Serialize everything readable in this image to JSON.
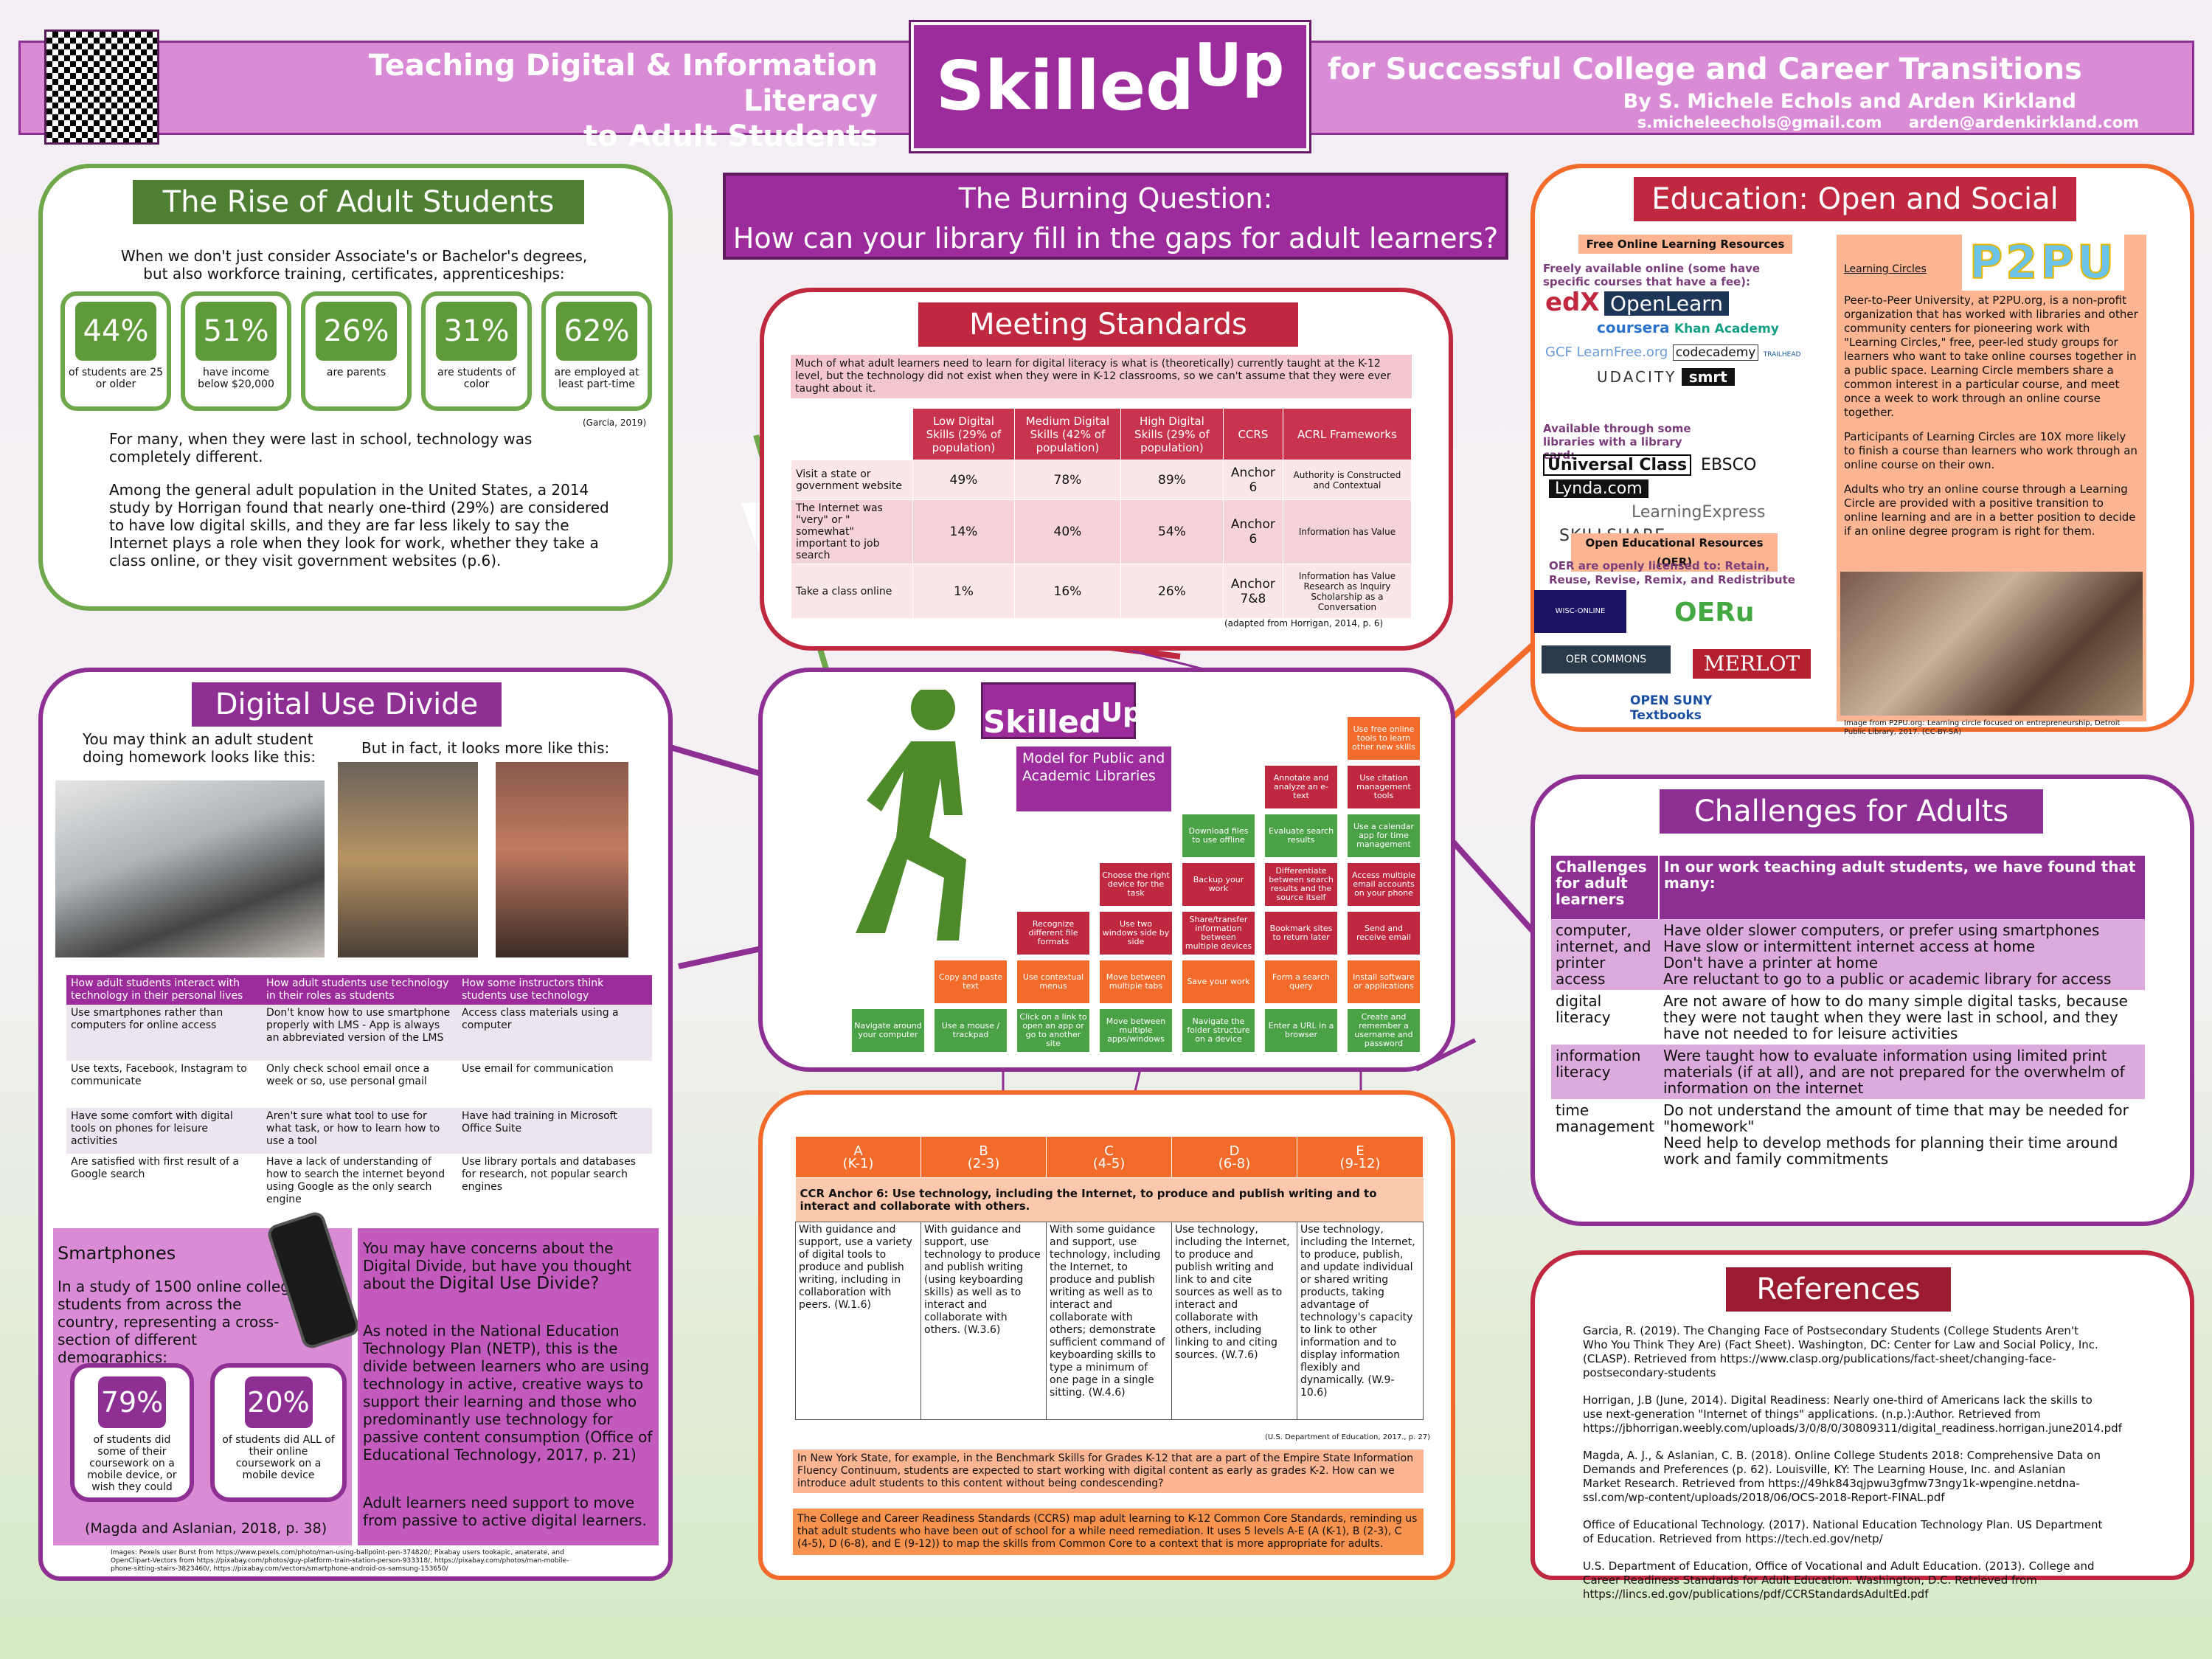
{
  "header": {
    "title_left_line1": "Teaching Digital & Information Literacy",
    "title_left_line2": "to Adult Students",
    "logo_main": "Skilled",
    "logo_sup": "Up",
    "title_right": "for Successful College and Career Transitions",
    "authors": "By S. Michele Echols and Arden Kirkland",
    "email1": "s.micheleechols@gmail.com",
    "email2": "arden@ardenkirkland.com"
  },
  "rise": {
    "title": "The Rise of Adult Students",
    "intro": "When we don't just consider Associate's or Bachelor's degrees, but also workforce training, certificates, apprenticeships:",
    "stats": [
      {
        "value": "44%",
        "caption": "of students are 25 or older"
      },
      {
        "value": "51%",
        "caption": "have income below $20,000"
      },
      {
        "value": "26%",
        "caption": "are parents"
      },
      {
        "value": "31%",
        "caption": "are students of color"
      },
      {
        "value": "62%",
        "caption": "are employed at least part-time"
      }
    ],
    "cite": "(Garcia, 2019)",
    "p1": "For many, when they were last in school, technology was completely different.",
    "p2": "Among the general adult population in the United States, a 2014 study by Horrigan found that nearly one-third (29%) are considered to have low digital skills, and they are far less likely to say the Internet plays a role when they look for work, whether they take a class online, or they visit government websites (p.6)."
  },
  "burning": {
    "line1": "The Burning Question:",
    "line2": "How can your library fill in the gaps for adult learners?"
  },
  "standards": {
    "title": "Meeting Standards",
    "intro": "Much of what adult learners need to learn for digital literacy is what is (theoretically) currently taught at the K-12 level, but the technology did not exist when they were in K-12 classrooms, so we can't assume that they were ever taught about it.",
    "headers": [
      "",
      "Low Digital Skills (29% of population)",
      "Medium Digital Skills (42% of population)",
      "High Digital Skills (29% of population)",
      "CCRS",
      "ACRL Frameworks"
    ],
    "rows": [
      [
        "Visit a state or government website",
        "49%",
        "78%",
        "89%",
        "Anchor 6",
        "Authority is Constructed and Contextual"
      ],
      [
        "The Internet was \"very\" or \" somewhat\" important to job search",
        "14%",
        "40%",
        "54%",
        "Anchor 6",
        "Information has Value"
      ],
      [
        "Take a class online",
        "1%",
        "16%",
        "26%",
        "Anchor 7&8",
        "Information has Value Research as Inquiry Scholarship as a Conversation"
      ]
    ],
    "cite": "(adapted from Horrigan, 2014, p. 6)"
  },
  "open": {
    "title": "Education: Open and Social",
    "free_label": "Free Online Learning Resources",
    "free_note": "Freely available online (some have specific courses that have a fee):",
    "logos": [
      "edX",
      "OpenLearn",
      "coursera",
      "Khan Academy",
      "GCF LearnFree.org",
      "codecademy",
      "TRAILHEAD",
      "UDACITY",
      "smrt"
    ],
    "library_note": "Available through some libraries with a library card:",
    "library_logos": [
      "Universal Class",
      "EBSCO",
      "LearningExpress",
      "Lynda.com",
      "SKILLSHARE"
    ],
    "oer_label": "Open Educational Resources (OER)",
    "oer_note": "OER are openly licensed to: Retain, Reuse, Revise, Remix, and Redistribute",
    "oer_logos": [
      "WISC-ONLINE",
      "OERu",
      "OER COMMONS",
      "MERLOT",
      "OPEN SUNY Textbooks"
    ],
    "lc_heading": "Learning Circles",
    "p2pu": "P2PU",
    "lc_p1": "Peer-to-Peer University, at P2PU.org, is a non-profit organization that has worked with libraries and other community centers for pioneering work with \"Learning Circles,\" free, peer-led study groups for learners who want to take online courses together in a public space. Learning Circle members share a common interest in a particular course, and meet once a week to work through an online course together.",
    "lc_p2": "Participants of Learning Circles are 10X more likely to finish a course than learners who work through an online course on their own.",
    "lc_p3": "Adults who try an online course through a Learning Circle are provided with a positive transition to online learning and are in a better position to decide if an online degree program is right for them.",
    "photo_credit": "Image from P2PU.org: Learning circle focused on entrepreneurship, Detroit Public Library, 2017. (CC-BY-SA)"
  },
  "divide": {
    "title": "Digital Use Divide",
    "left_caption": "You may think an adult student doing homework looks like this:",
    "right_caption": "But in fact, it looks more like this:",
    "headers": [
      "How adult students interact with technology in their personal lives",
      "How adult students use technology in their roles as students",
      "How some instructors think students use technology"
    ],
    "rows": [
      [
        "Use smartphones rather than computers for online access",
        "Don't know how to use smartphone properly with LMS - App is always an abbreviated version of the LMS",
        "Access class materials using a computer"
      ],
      [
        "Use texts, Facebook, Instagram to communicate",
        "Only check school email once a week or so, use personal gmail",
        "Use email for communication"
      ],
      [
        "Have some comfort with digital tools on phones for leisure activities",
        "Aren't sure what tool to use for what task, or how to learn how to use a tool",
        "Have had training in Microsoft Office Suite"
      ],
      [
        "Are satisfied with first result of a Google search",
        "Have a lack of understanding of how to search the internet beyond using Google as the only search engine",
        "Use library portals and databases for research, not popular search engines"
      ]
    ],
    "sp_title": "Smartphones",
    "sp_text": "In a study of 1500 online college students from across the country, representing a cross-section of different demographics:",
    "sp_stats": [
      {
        "value": "79%",
        "caption": "of students did some of their coursework on a mobile device, or wish they could"
      },
      {
        "value": "20%",
        "caption": "of students did ALL of their online coursework on a mobile device"
      }
    ],
    "sp_cite": "(Magda and Aslanian, 2018, p. 38)",
    "concern": "You may have concerns about the Digital Divide, but have you thought about the",
    "concern_big": "Digital Use Divide?",
    "netp": "As noted in the National Education Technology Plan (NETP), this is the divide between learners who are using technology in active, creative ways to support their learning and those who predominantly use technology for passive content consumption (Office of Educational Technology, 2017, p. 21)",
    "support": "Adult learners need support to move from passive to active digital learners.",
    "credits": "Images: Pexels user Burst from https://www.pexels.com/photo/man-using-ballpoint-pen-374820/; Pixabay users tookapic, anaterate, and OpenClipart-Vectors from https://pixabay.com/photos/guy-platform-train-station-person-933318/, https://pixabay.com/photos/man-mobile-phone-sitting-stairs-3823460/, https://pixabay.com/vectors/smartphone-android-os-samsung-153650/"
  },
  "model": {
    "logo_main": "Skilled",
    "logo_sup": "Up",
    "subtitle": "Model for Public and Academic Libraries",
    "row1": [
      "Navigate around your computer",
      "Use a mouse / trackpad",
      "Click on a link to open an app or go to another site",
      "Move between multiple apps/windows",
      "Navigate the folder structure on a device",
      "Enter a URL in a browser",
      "Create and remember a username and password"
    ],
    "row2": [
      "Copy and paste text",
      "Use contextual menus",
      "Move between multiple tabs",
      "Save your work",
      "Form a search query",
      "Install software or applications"
    ],
    "row3": [
      "Recognize different file formats",
      "Use two windows side by side",
      "Share/transfer information between multiple devices",
      "Bookmark sites to return later",
      "Send and receive email"
    ],
    "row4": [
      "Choose the right device for the task",
      "Backup your work",
      "Differentiate between search results and the source itself",
      "Access multiple email accounts on your phone"
    ],
    "row5": [
      "Download files to use offline",
      "Evaluate search results",
      "Use a calendar app for time management"
    ],
    "row6": [
      "Annotate and analyze an e-text",
      "Use citation management tools"
    ],
    "row7": [
      "Use free online tools to learn other new skills"
    ]
  },
  "ccr": {
    "levels": [
      {
        "l": "A",
        "g": "(K-1)"
      },
      {
        "l": "B",
        "g": "(2-3)"
      },
      {
        "l": "C",
        "g": "(4-5)"
      },
      {
        "l": "D",
        "g": "(6-8)"
      },
      {
        "l": "E",
        "g": "(9-12)"
      }
    ],
    "anchor": "CCR Anchor 6: Use technology, including the Internet, to produce and publish writing and to interact and collaborate with others.",
    "cols": [
      "With guidance and support, use a variety of digital tools to produce and publish writing, including in collaboration with peers. (W.1.6)",
      "With guidance and support, use technology to produce and publish writing (using keyboarding skills) as well as to interact and collaborate with others. (W.3.6)",
      "With some guidance and support, use technology, including the Internet, to produce and publish writing as well as to interact and collaborate with others; demonstrate sufficient command of keyboarding skills to type a minimum of one page in a single sitting. (W.4.6)",
      "Use technology, including the Internet, to produce and publish writing and link to and cite sources as well as to interact and collaborate with others, including linking to and citing sources. (W.7.6)",
      "Use technology, including the Internet, to produce, publish, and update individual or shared writing products, taking advantage of technology's capacity to link to other information and to display information flexibly and dynamically. (W.9-10.6)"
    ],
    "cite": "(U.S. Department of Education, 2017., p. 27)",
    "ny": "In New York State, for example, in the Benchmark Skills for Grades K-12 that are a part of the Empire State Information Fluency Continuum, students are expected to start working with digital content as early as grades K-2. How can we introduce adult students to this content without being condescending?",
    "ccrs": "The College and Career Readiness Standards (CCRS) map adult learning to K-12 Common Core Standards, reminding us that adult students who have been out of school for a while need remediation. It uses 5 levels A-E (A (K-1), B (2-3), C (4-5), D (6-8), and E (9-12)) to map the skills from Common Core to a context that is more appropriate for adults."
  },
  "challenges": {
    "title": "Challenges for Adults",
    "h1": "Challenges for adult learners",
    "h2": "In our work teaching adult students, we have found that many:",
    "rows": [
      {
        "k": "computer, internet, and printer access",
        "v": [
          "Have older slower computers, or prefer using smartphones",
          "Have slow or intermittent internet access at home",
          "Don't have a printer at home",
          "Are reluctant to go to a public or academic library for access"
        ]
      },
      {
        "k": "digital literacy",
        "v": [
          "Are not aware of how to do many simple digital tasks, because they were not taught when they were last in school, and they have not needed to for leisure activities"
        ]
      },
      {
        "k": "information literacy",
        "v": [
          "Were taught how to evaluate information using limited print materials (if at all), and are not prepared for the overwhelm of information on the internet"
        ]
      },
      {
        "k": "time management",
        "v": [
          "Do not understand the amount of time that may be needed for \"homework\"",
          "Need help to develop methods for planning their time around work and family commitments"
        ]
      }
    ]
  },
  "references": {
    "title": "References",
    "items": [
      {
        "t": "Garcia, R. (2019). The Changing Face of Postsecondary Students (College Students Aren't Who You Think They Are) (Fact Sheet). Washington, DC: Center for Law and Social Policy, Inc. (CLASP). Retrieved from",
        "u": "https://www.clasp.org/publications/fact-sheet/changing-face-postsecondary-students"
      },
      {
        "t": "Horrigan, J.B (June, 2014). Digital Readiness: Nearly one-third of Americans lack the skills to use next-generation \"Internet of things\" applications. (n.p.):Author. Retrieved from",
        "u": "https://jbhorrigan.weebly.com/uploads/3/0/8/0/30809311/digital_readiness.horrigan.june2014.pdf"
      },
      {
        "t": "Magda, A. J., & Aslanian, C. B. (2018). Online College Students 2018: Comprehensive Data on Demands and Preferences (p. 62). Louisville, KY: The Learning House, Inc. and Aslanian Market Research. Retrieved from",
        "u": "https://49hk843qjpwu3gfmw73ngy1k-wpengine.netdna-ssl.com/wp-content/uploads/2018/06/OCS-2018-Report-FINAL.pdf"
      },
      {
        "t": "Office of Educational Technology. (2017). National Education Technology Plan. US Department of Education. Retrieved from",
        "u": "https://tech.ed.gov/netp/"
      },
      {
        "t": "U.S. Department of Education, Office of Vocational and Adult Education. (2013). College and Career Readiness Standards for Adult Education. Washington, D.C. Retrieved from",
        "u": "https://lincs.ed.gov/publications/pdf/CCRStandardsAdultEd.pdf"
      }
    ]
  },
  "colors": {
    "purple": "#8e2f94",
    "green": "#6ea84a",
    "orange": "#f26b2a",
    "red": "#c0283f"
  }
}
